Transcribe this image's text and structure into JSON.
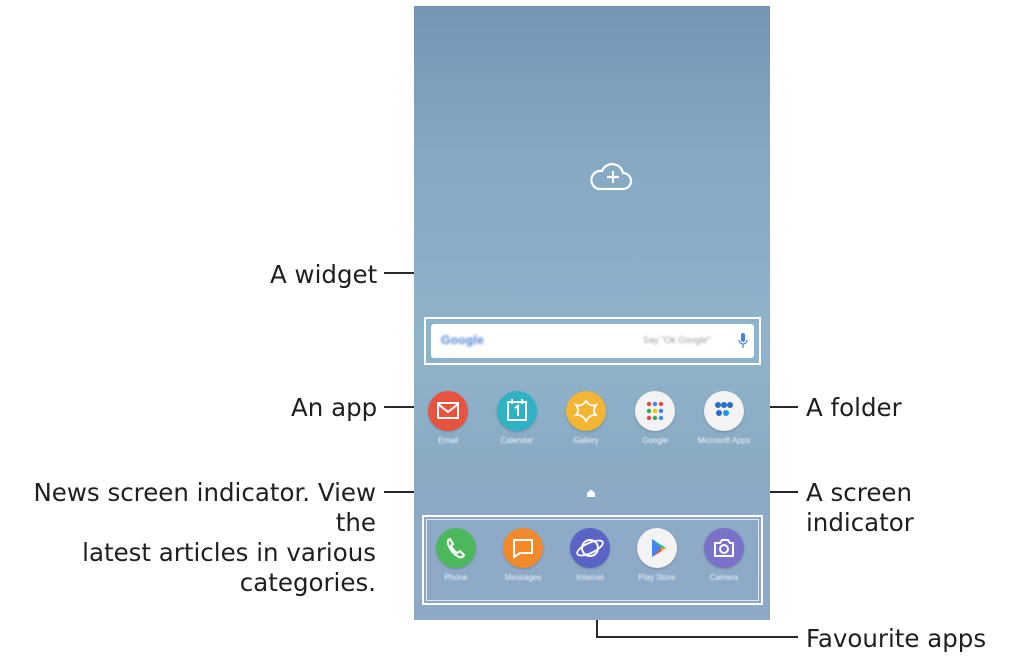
{
  "callouts": {
    "widget": "A widget",
    "app": "An app",
    "folder": "A folder",
    "news_indicator": "News screen indicator. View the latest articles in various categories.",
    "news_line1": "News screen indicator. View the",
    "news_line2": "latest articles in various",
    "news_line3": "categories.",
    "screen_indicator": "A screen indicator",
    "favourite_apps": "Favourite apps"
  },
  "search_widget": {
    "brand": "Google",
    "hint": "Say \"Ok Google\""
  },
  "home_apps": [
    {
      "name": "Email",
      "icon": "email-icon",
      "color": "#e8533f"
    },
    {
      "name": "Calendar",
      "icon": "calendar-icon",
      "color": "#2fb3c4"
    },
    {
      "name": "Gallery",
      "icon": "gallery-icon",
      "color": "#f2b534"
    },
    {
      "name": "Google",
      "icon": "folder-icon",
      "color": "#f3f3f3"
    },
    {
      "name": "Microsoft Apps",
      "icon": "folder-icon",
      "color": "#f3f3f3"
    }
  ],
  "dock_apps": [
    {
      "name": "Phone",
      "icon": "phone-icon",
      "color": "#4cb85c"
    },
    {
      "name": "Messages",
      "icon": "messages-icon",
      "color": "#f28a2c"
    },
    {
      "name": "Internet",
      "icon": "internet-icon",
      "color": "#5b63c4"
    },
    {
      "name": "Play Store",
      "icon": "play-store-icon",
      "color": "#f3f3f3"
    },
    {
      "name": "Camera",
      "icon": "camera-icon",
      "color": "#7a71c9"
    }
  ]
}
